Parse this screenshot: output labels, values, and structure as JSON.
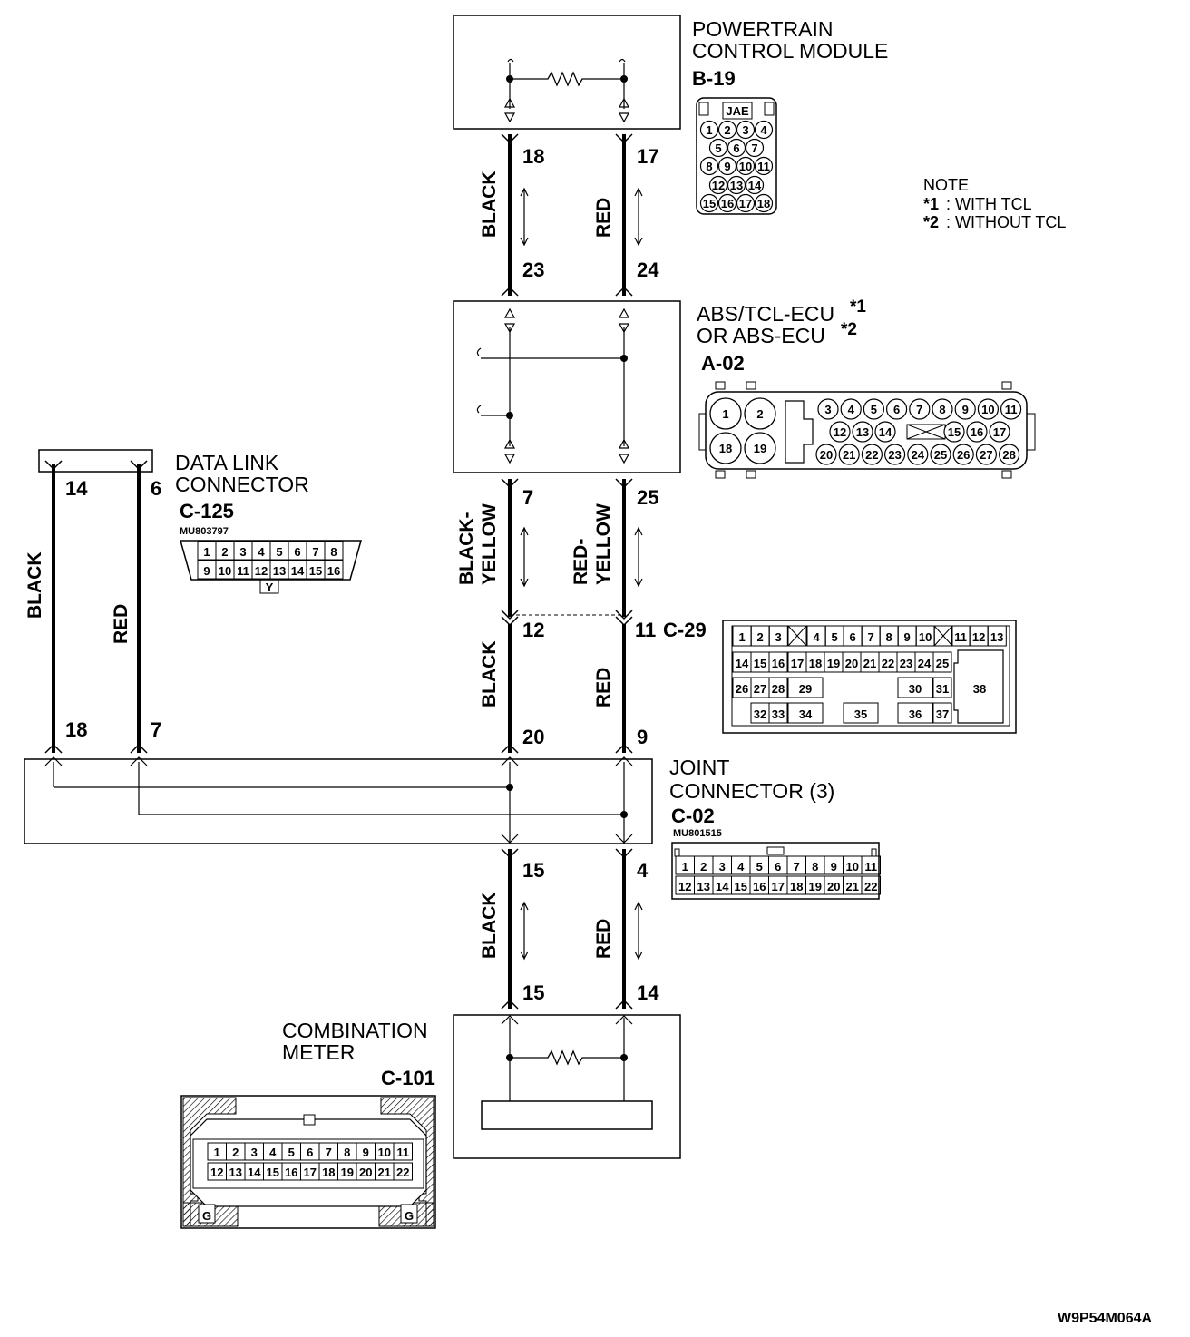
{
  "modules": {
    "pcm": {
      "title1": "POWERTRAIN",
      "title2": "CONTROL MODULE",
      "id": "B-19",
      "tag": "JAE",
      "rows": [
        [
          "1",
          "2",
          "3",
          "4"
        ],
        [
          "5",
          "6",
          "7"
        ],
        [
          "8",
          "9",
          "10",
          "11"
        ],
        [
          "12",
          "13",
          "14"
        ],
        [
          "15",
          "16",
          "17",
          "18"
        ]
      ]
    },
    "abs": {
      "title1": "ABS/TCL-ECU",
      "title2": "OR ABS-ECU",
      "star1": "*1",
      "star2": "*2",
      "id": "A-02",
      "big": [
        "1",
        "2",
        "18",
        "19"
      ],
      "row1": [
        "3",
        "4",
        "5",
        "6",
        "7",
        "8",
        "9",
        "10",
        "11"
      ],
      "row2a": [
        "12",
        "13",
        "14"
      ],
      "row2b": [
        "15",
        "16",
        "17"
      ],
      "row3": [
        "20",
        "21",
        "22",
        "23",
        "24",
        "25",
        "26",
        "27",
        "28"
      ]
    },
    "dlc": {
      "title1": "DATA LINK",
      "title2": "CONNECTOR",
      "id": "C-125",
      "part": "MU803797",
      "row1": [
        "1",
        "2",
        "3",
        "4",
        "5",
        "6",
        "7",
        "8"
      ],
      "row2": [
        "9",
        "10",
        "11",
        "12",
        "13",
        "14",
        "15",
        "16"
      ],
      "key": "Y"
    },
    "c29": {
      "id": "C-29",
      "row1": [
        "1",
        "2",
        "3",
        "4",
        "5",
        "6",
        "7",
        "8",
        "9",
        "10",
        "11",
        "12",
        "13"
      ],
      "row2": [
        "14",
        "15",
        "16",
        "17",
        "18",
        "19",
        "20",
        "21",
        "22",
        "23",
        "24",
        "25"
      ],
      "row3": [
        "26",
        "27",
        "28",
        "29",
        "30",
        "31"
      ],
      "row4": [
        "32",
        "33",
        "34",
        "35",
        "36",
        "37"
      ],
      "big": "38"
    },
    "joint": {
      "title1": "JOINT",
      "title2": "CONNECTOR (3)",
      "id": "C-02",
      "part": "MU801515",
      "row1": [
        "1",
        "2",
        "3",
        "4",
        "5",
        "6",
        "7",
        "8",
        "9",
        "10",
        "11"
      ],
      "row2": [
        "12",
        "13",
        "14",
        "15",
        "16",
        "17",
        "18",
        "19",
        "20",
        "21",
        "22"
      ]
    },
    "meter": {
      "title1": "COMBINATION",
      "title2": "METER",
      "id": "C-101",
      "row1": [
        "1",
        "2",
        "3",
        "4",
        "5",
        "6",
        "7",
        "8",
        "9",
        "10",
        "11"
      ],
      "row2": [
        "12",
        "13",
        "14",
        "15",
        "16",
        "17",
        "18",
        "19",
        "20",
        "21",
        "22"
      ],
      "ground": "G"
    }
  },
  "note": {
    "title": "NOTE",
    "star1": "*1",
    "text1": ": WITH TCL",
    "star2": "*2",
    "text2": ": WITHOUT TCL"
  },
  "wires": {
    "seg1": {
      "left_color": "BLACK",
      "right_color": "RED",
      "left_top": "18",
      "right_top": "17",
      "left_bottom": "23",
      "right_bottom": "24"
    },
    "seg2": {
      "left_color1": "BLACK-",
      "left_color2": "YELLOW",
      "right_color1": "RED-",
      "right_color2": "YELLOW",
      "left_top": "7",
      "right_top": "25",
      "left_bottom": "12",
      "right_bottom": "11"
    },
    "seg3": {
      "left_color": "BLACK",
      "right_color": "RED",
      "left_bottom": "20",
      "right_bottom": "9"
    },
    "seg4": {
      "left_color": "BLACK",
      "right_color": "RED",
      "left_top": "15",
      "right_top": "4",
      "left_bottom": "15",
      "right_bottom": "14"
    },
    "dlc": {
      "left_color": "BLACK",
      "right_color": "RED",
      "left_top": "14",
      "right_top": "6",
      "left_bottom": "18",
      "right_bottom": "7"
    }
  },
  "figure_id": "W9P54M064A"
}
